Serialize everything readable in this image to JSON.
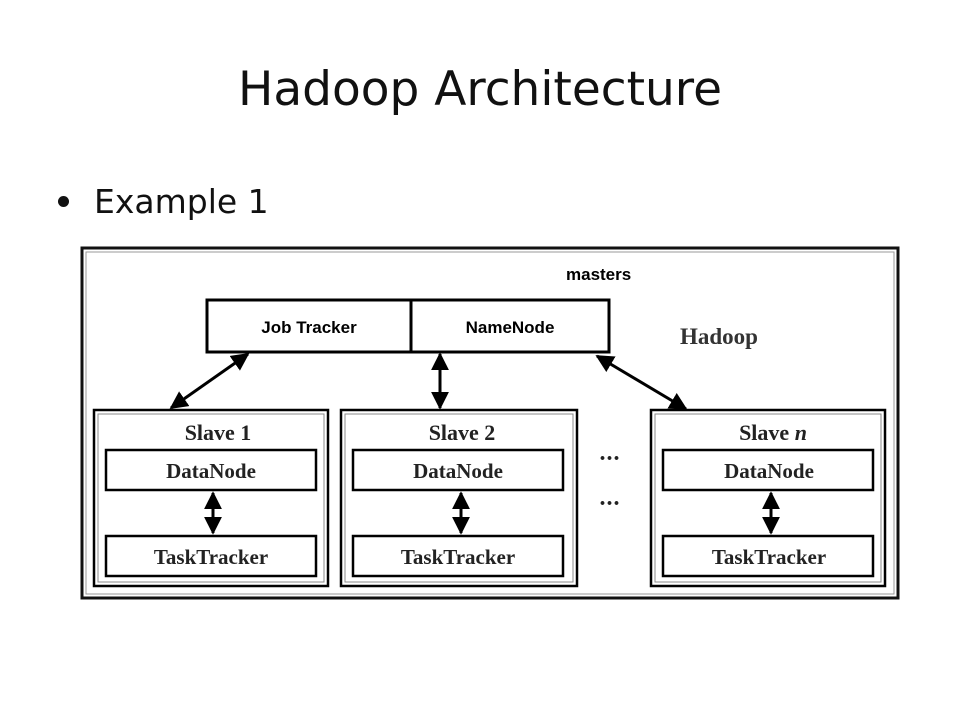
{
  "slide": {
    "title": "Hadoop Architecture",
    "bullet": "Example 1"
  },
  "diagram": {
    "framework_label": "Hadoop",
    "masters": {
      "label": "masters",
      "components": [
        "Job Tracker",
        "NameNode"
      ]
    },
    "slaves": [
      {
        "title": "Slave 1",
        "top": "DataNode",
        "bottom": "TaskTracker"
      },
      {
        "title": "Slave 2",
        "top": "DataNode",
        "bottom": "TaskTracker"
      },
      {
        "title_prefix": "Slave ",
        "title_italic": "n",
        "top": "DataNode",
        "bottom": "TaskTracker"
      }
    ],
    "ellipsis": [
      "...",
      "..."
    ]
  }
}
